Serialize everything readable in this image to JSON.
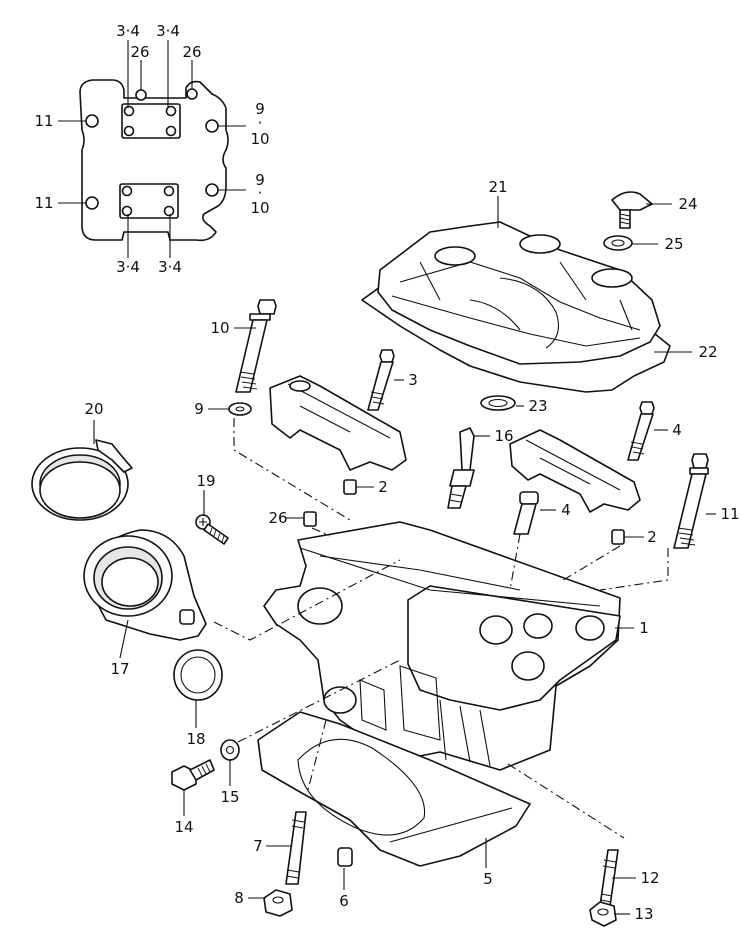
{
  "inset": {
    "labels": [
      {
        "id": "inset-top-left-3-4",
        "text": "3·4"
      },
      {
        "id": "inset-top-right-3-4",
        "text": "3·4"
      },
      {
        "id": "inset-26-left",
        "text": "26"
      },
      {
        "id": "inset-26-right",
        "text": "26"
      },
      {
        "id": "inset-11-top",
        "text": "11"
      },
      {
        "id": "inset-11-bottom",
        "text": "11"
      },
      {
        "id": "inset-9-top",
        "text": "9"
      },
      {
        "id": "inset-dot-top",
        "text": "·"
      },
      {
        "id": "inset-10-top",
        "text": "10"
      },
      {
        "id": "inset-9-bottom",
        "text": "9"
      },
      {
        "id": "inset-dot-bottom",
        "text": "·"
      },
      {
        "id": "inset-10-bottom",
        "text": "10"
      },
      {
        "id": "inset-bottom-left-3-4",
        "text": "3·4"
      },
      {
        "id": "inset-bottom-right-3-4",
        "text": "3·4"
      }
    ]
  },
  "callouts": [
    {
      "part": "cylinder-head",
      "text": "1"
    },
    {
      "part": "dowel-pin-right",
      "text": "2"
    },
    {
      "part": "dowel-pin-center",
      "text": "2"
    },
    {
      "part": "head-bolt-short",
      "text": "3"
    },
    {
      "part": "head-bolt-right",
      "text": "4"
    },
    {
      "part": "head-bolt-center",
      "text": "4"
    },
    {
      "part": "head-gasket",
      "text": "5"
    },
    {
      "part": "dowel-bottom",
      "text": "6"
    },
    {
      "part": "stud-left",
      "text": "7"
    },
    {
      "part": "nut-left",
      "text": "8"
    },
    {
      "part": "washer",
      "text": "9"
    },
    {
      "part": "long-bolt-left",
      "text": "10"
    },
    {
      "part": "long-bolt-right",
      "text": "11"
    },
    {
      "part": "stud-right",
      "text": "12"
    },
    {
      "part": "nut-right",
      "text": "13"
    },
    {
      "part": "bolt-bottom",
      "text": "14"
    },
    {
      "part": "washer-bottom",
      "text": "15"
    },
    {
      "part": "spark-plug",
      "text": "16"
    },
    {
      "part": "intake-pipe",
      "text": "17"
    },
    {
      "part": "o-ring",
      "text": "18"
    },
    {
      "part": "screw",
      "text": "19"
    },
    {
      "part": "hose-clamp",
      "text": "20"
    },
    {
      "part": "head-cover",
      "text": "21"
    },
    {
      "part": "cover-gasket",
      "text": "22"
    },
    {
      "part": "plug-gasket",
      "text": "23"
    },
    {
      "part": "cover-bolt",
      "text": "24"
    },
    {
      "part": "cover-washer",
      "text": "25"
    },
    {
      "part": "dowel-left",
      "text": "26"
    }
  ]
}
